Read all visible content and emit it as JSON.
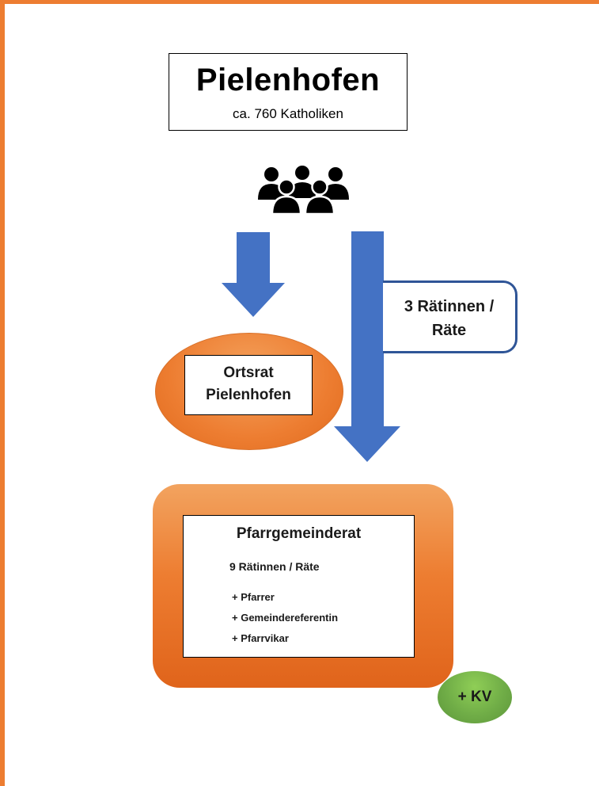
{
  "header": {
    "title": "Pielenhofen",
    "subtitle": "ca. 760 Katholiken"
  },
  "icons": {
    "people": "group-of-people-icon"
  },
  "callout": {
    "line1": "3 Rätinnen /",
    "line2": "Räte"
  },
  "ortsrat": {
    "line1": "Ortsrat",
    "line2": "Pielenhofen"
  },
  "pfarrgemeinderat": {
    "title": "Pfarrgemeinderat",
    "count": "9 Rätinnen / Räte",
    "members": [
      "+ Pfarrer",
      "+ Gemeindereferentin",
      "+ Pfarrvikar"
    ]
  },
  "kv": {
    "label": "+ KV"
  },
  "colors": {
    "border": "#ed7d31",
    "orange": "#ed7d31",
    "arrow_blue": "#4472c4",
    "callout_border": "#2f5597",
    "green": "#70ad47"
  }
}
